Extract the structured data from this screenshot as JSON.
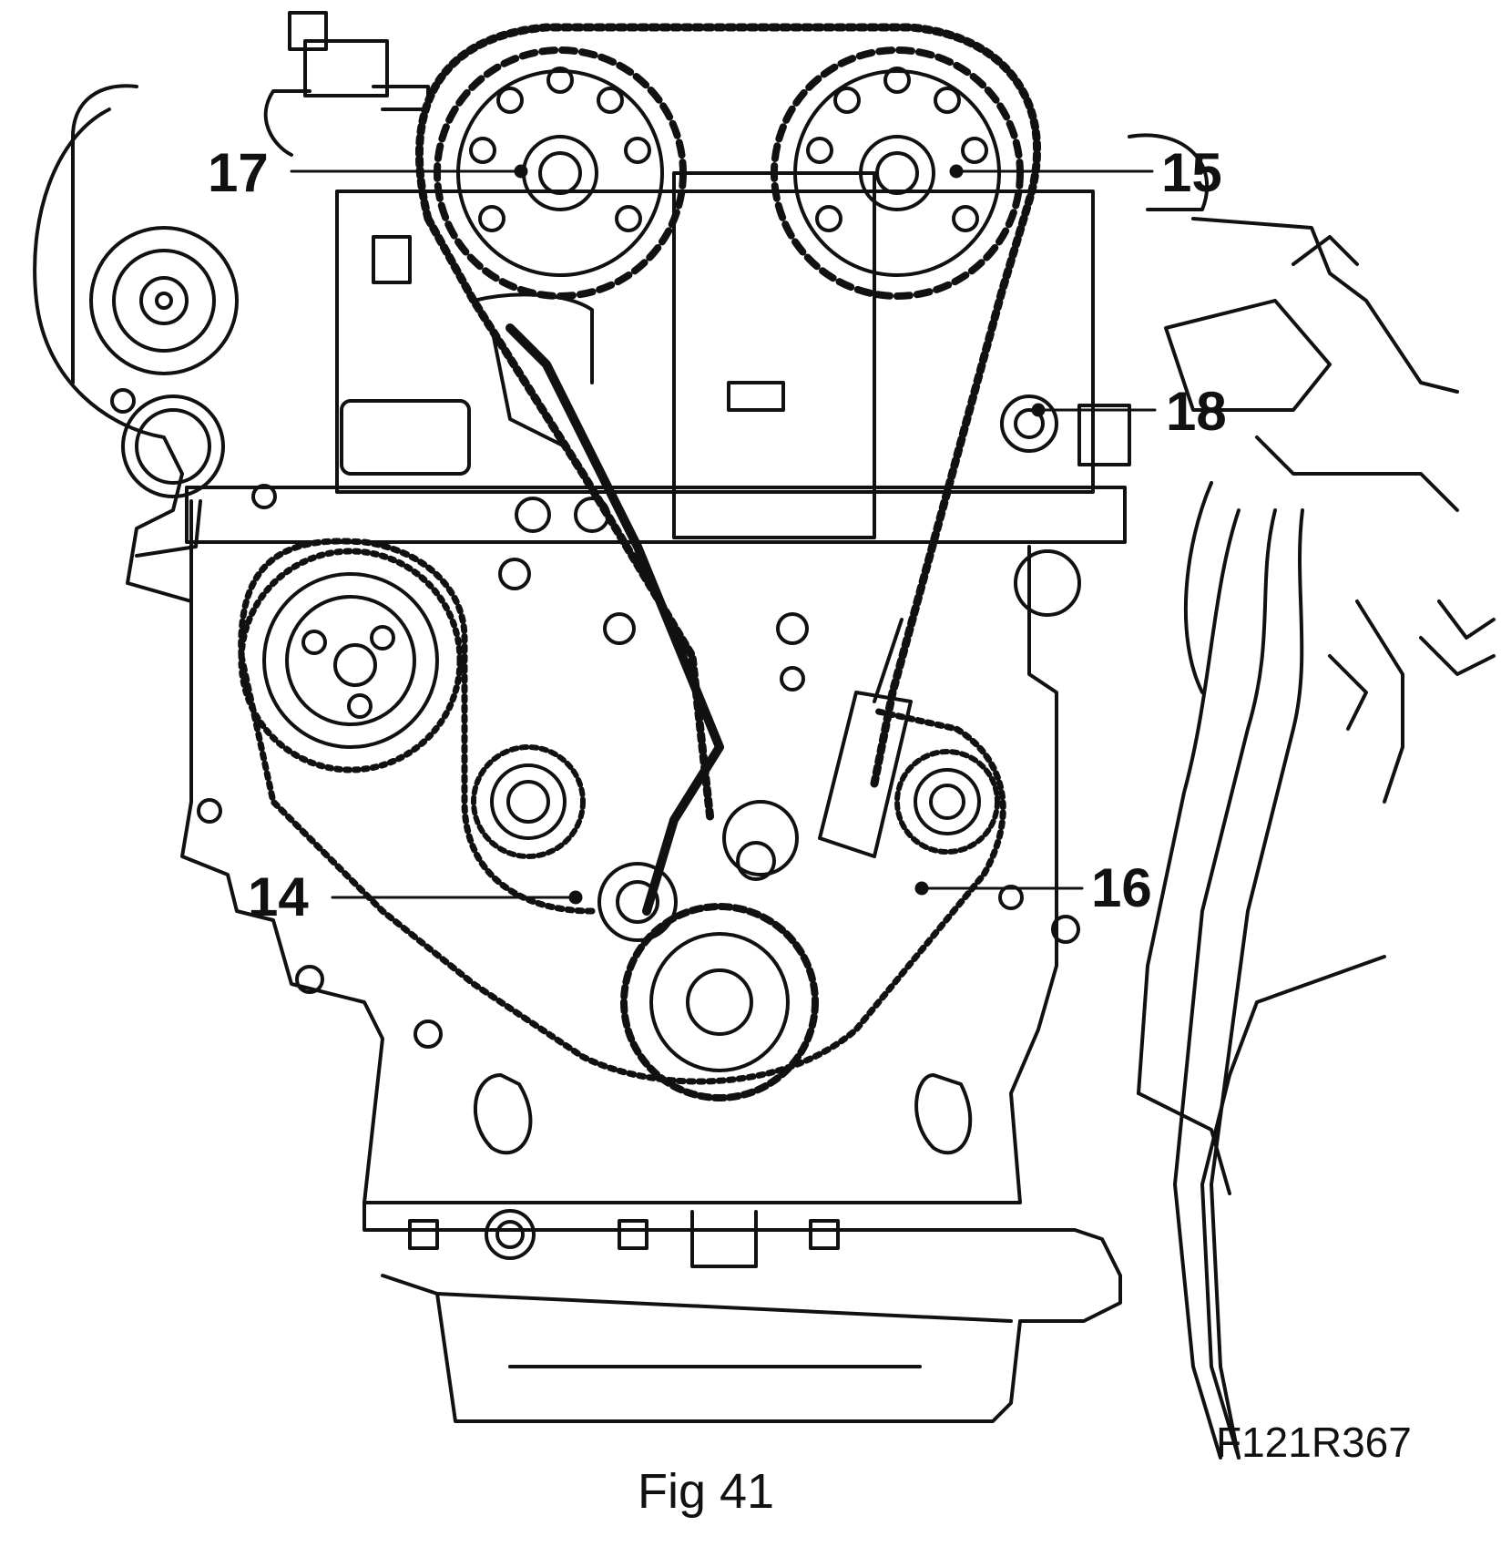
{
  "figure": {
    "reference_code": "F121R367",
    "caption": "Fig 41",
    "callouts": [
      {
        "id": "14",
        "label": "14"
      },
      {
        "id": "15",
        "label": "15"
      },
      {
        "id": "16",
        "label": "16"
      },
      {
        "id": "17",
        "label": "17"
      },
      {
        "id": "18",
        "label": "18"
      }
    ]
  },
  "colors": {
    "line": "#111111",
    "background": "#ffffff"
  }
}
